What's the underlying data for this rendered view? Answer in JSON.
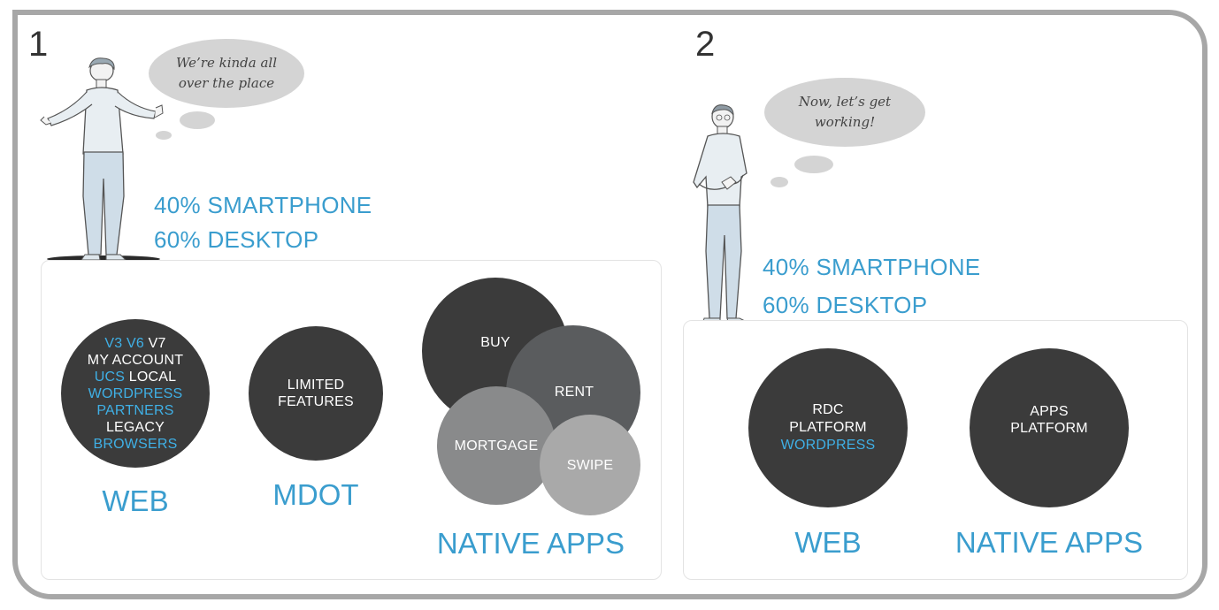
{
  "panel1": {
    "number": "1",
    "thought": [
      "We’re kinda all",
      "over the place"
    ],
    "stats": [
      "40% SMARTPHONE",
      "60% DESKTOP"
    ],
    "web": {
      "lines": [
        [
          {
            "t": "V3 ",
            "c": "blue"
          },
          {
            "t": "V6 ",
            "c": "blue"
          },
          {
            "t": "V7",
            "c": "white"
          }
        ],
        [
          {
            "t": "MY ACCOUNT",
            "c": "white"
          }
        ],
        [
          {
            "t": "UCS ",
            "c": "blue"
          },
          {
            "t": "LOCAL",
            "c": "white"
          }
        ],
        [
          {
            "t": "WORDPRESS",
            "c": "blue"
          }
        ],
        [
          {
            "t": "PARTNERS",
            "c": "blue"
          }
        ],
        [
          {
            "t": "LEGACY",
            "c": "white"
          }
        ],
        [
          {
            "t": "BROWSERS",
            "c": "blue"
          }
        ]
      ],
      "caption": "WEB"
    },
    "mdot": {
      "lines": [
        "LIMITED",
        "FEATURES"
      ],
      "caption": "MDOT"
    },
    "apps": {
      "buy": "BUY",
      "rent": "RENT",
      "mortgage": "MORTGAGE",
      "swipe": "SWIPE",
      "caption": "NATIVE APPS"
    }
  },
  "panel2": {
    "number": "2",
    "thought": [
      "Now, let’s get",
      "working!"
    ],
    "stats": [
      "40% SMARTPHONE",
      "60% DESKTOP"
    ],
    "web": {
      "lines": [
        [
          {
            "t": "RDC",
            "c": "white"
          }
        ],
        [
          {
            "t": "PLATFORM",
            "c": "white"
          }
        ],
        [
          {
            "t": "WORDPRESS",
            "c": "blue"
          }
        ]
      ],
      "caption": "WEB"
    },
    "apps": {
      "lines": [
        "APPS",
        "PLATFORM"
      ],
      "caption": "NATIVE APPS"
    }
  },
  "colors": {
    "accent_blue": "#3a9dce",
    "highlight_blue": "#3fb0e6",
    "circle_dark": "#3b3b3b",
    "circle_mid": "#5a5c5e",
    "circle_grey": "#898a8b",
    "circle_light": "#a9a9a9",
    "bubble_grey": "#d4d4d4",
    "frame_grey": "#a7a7a7"
  }
}
